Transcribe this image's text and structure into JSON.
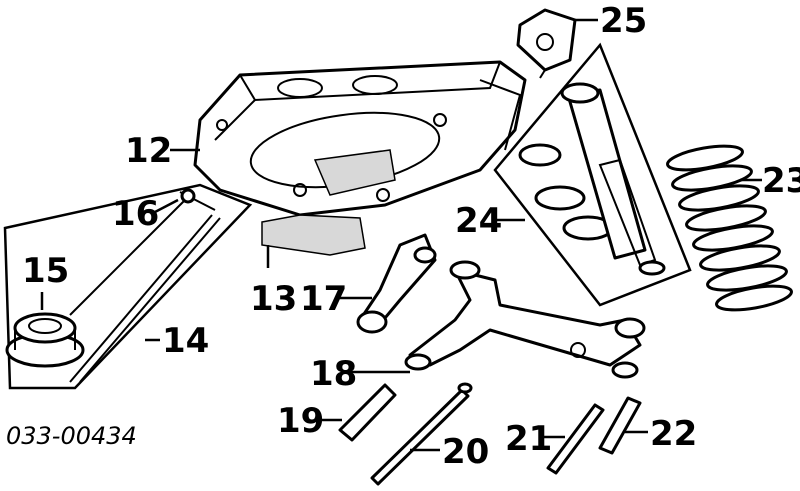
{
  "catalog_code": "033-00434",
  "callouts": [
    {
      "id": "12",
      "text": "12"
    },
    {
      "id": "13",
      "text": "13"
    },
    {
      "id": "14",
      "text": "14"
    },
    {
      "id": "15",
      "text": "15"
    },
    {
      "id": "16",
      "text": "16"
    },
    {
      "id": "17",
      "text": "17"
    },
    {
      "id": "18",
      "text": "18"
    },
    {
      "id": "19",
      "text": "19"
    },
    {
      "id": "20",
      "text": "20"
    },
    {
      "id": "21",
      "text": "21"
    },
    {
      "id": "22",
      "text": "22"
    },
    {
      "id": "23",
      "text": "23"
    },
    {
      "id": "24",
      "text": "24"
    },
    {
      "id": "25",
      "text": "25"
    }
  ]
}
